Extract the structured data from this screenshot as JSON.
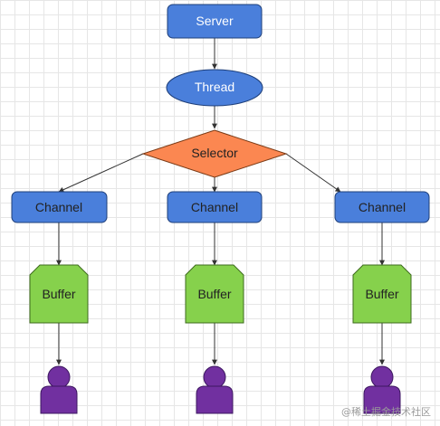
{
  "nodes": {
    "server": "Server",
    "thread": "Thread",
    "selector": "Selector",
    "channels": [
      "Channel",
      "Channel",
      "Channel"
    ],
    "buffers": [
      "Buffer",
      "Buffer",
      "Buffer"
    ]
  },
  "colors": {
    "blue_node": "#4a7fdb",
    "selector": "#fb8751",
    "buffer": "#86d14c",
    "user": "#7130a0"
  },
  "watermark": "@稀土掘金技术社区"
}
